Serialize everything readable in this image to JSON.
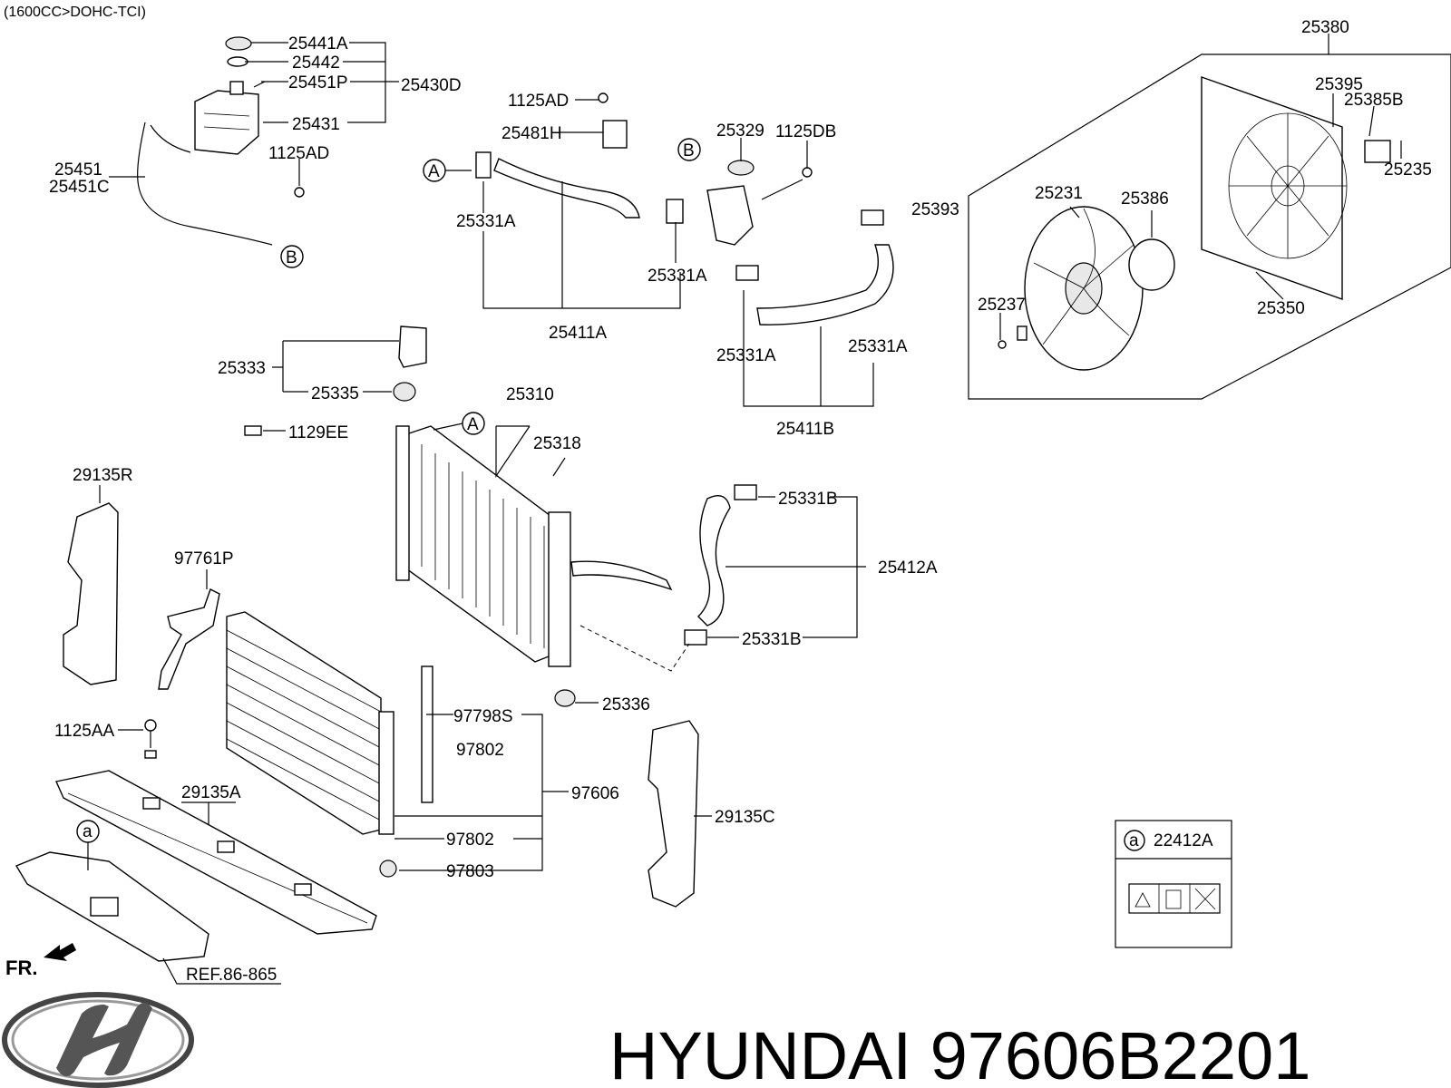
{
  "header": {
    "engine_note": "(1600CC>DOHC-TCI)"
  },
  "labels": {
    "p25441A": "25441A",
    "p25442": "25442",
    "p25451P": "25451P",
    "p25430D": "25430D",
    "p25431": "25431",
    "p1125AD_a": "1125AD",
    "p25451": "25451",
    "p25451C": "25451C",
    "p1125AD_b": "1125AD",
    "p25481H": "25481H",
    "p25329": "25329",
    "p1125DB": "1125DB",
    "p25331A_a": "25331A",
    "p25331A_b": "25331A",
    "p25331A_c": "25331A",
    "p25331A_d": "25331A",
    "p25411A": "25411A",
    "p25411B": "25411B",
    "p25380": "25380",
    "p25395": "25395",
    "p25385B": "25385B",
    "p25235": "25235",
    "p25393": "25393",
    "p25231": "25231",
    "p25386": "25386",
    "p25237": "25237",
    "p25350": "25350",
    "p25333": "25333",
    "p25335": "25335",
    "p1129EE": "1129EE",
    "p25310": "25310",
    "p25318": "25318",
    "p25331B_a": "25331B",
    "p25331B_b": "25331B",
    "p25412A": "25412A",
    "p29135R": "29135R",
    "p97761P": "97761P",
    "p25336": "25336",
    "p97798S": "97798S",
    "p97802_a": "97802",
    "p97606": "97606",
    "p97802_b": "97802",
    "p97803": "97803",
    "p1125AA": "1125AA",
    "p29135A": "29135A",
    "p29135C": "29135C",
    "p22412A": "22412A",
    "ref": "REF.86-865",
    "fr": "FR."
  },
  "callouts": {
    "A": "A",
    "B": "B",
    "a": "a"
  },
  "brand": {
    "text": "HYUNDAI 97606B2201"
  }
}
